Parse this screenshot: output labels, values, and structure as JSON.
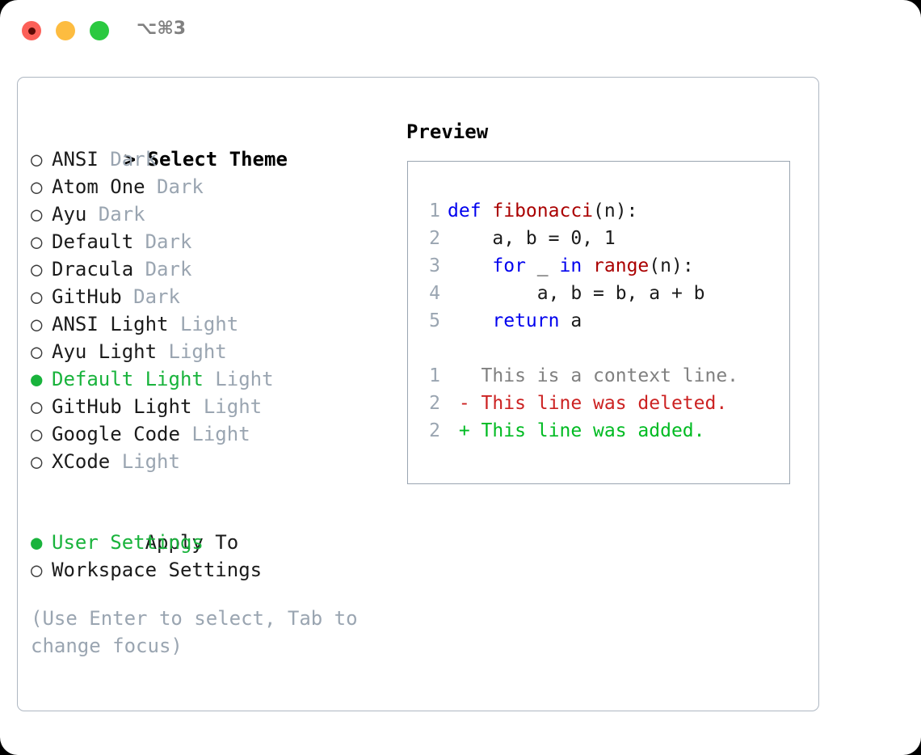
{
  "window": {
    "shortcut_label": "⌥⌘3",
    "traffic_lights": [
      {
        "name": "close",
        "color": "#fc6058"
      },
      {
        "name": "minimize",
        "color": "#fdbc40"
      },
      {
        "name": "maximize",
        "color": "#2bc940"
      }
    ]
  },
  "colors": {
    "accent_green": "#19b33c",
    "muted_gray": "#9aa5b1",
    "keyword_blue": "#0000ee",
    "function_red": "#aa0000",
    "diff_added": "#00bb22",
    "diff_deleted": "#cc2222",
    "border": "#aeb7c2",
    "text": "#1b1b1b"
  },
  "theme_picker": {
    "title": "Select Theme",
    "title_prefix": "> ",
    "marker_selected": "●",
    "marker_unselected": "○",
    "items": [
      {
        "name": "ANSI",
        "category": "Dark",
        "selected": false
      },
      {
        "name": "Atom One",
        "category": "Dark",
        "selected": false
      },
      {
        "name": "Ayu",
        "category": "Dark",
        "selected": false
      },
      {
        "name": "Default",
        "category": "Dark",
        "selected": false
      },
      {
        "name": "Dracula",
        "category": "Dark",
        "selected": false
      },
      {
        "name": "GitHub",
        "category": "Dark",
        "selected": false
      },
      {
        "name": "ANSI Light",
        "category": "Light",
        "selected": false
      },
      {
        "name": "Ayu Light",
        "category": "Light",
        "selected": false
      },
      {
        "name": "Default Light",
        "category": "Light",
        "selected": true
      },
      {
        "name": "GitHub Light",
        "category": "Light",
        "selected": false
      },
      {
        "name": "Google Code",
        "category": "Light",
        "selected": false
      },
      {
        "name": "XCode",
        "category": "Light",
        "selected": false
      }
    ]
  },
  "apply_to": {
    "title": "Apply To",
    "items": [
      {
        "label": "User Settings",
        "selected": true
      },
      {
        "label": "Workspace Settings",
        "selected": false
      }
    ]
  },
  "hint": "(Use Enter to select, Tab to\nchange focus)",
  "preview": {
    "label": "Preview",
    "code_lines": [
      {
        "number": "1",
        "tokens": [
          {
            "text": "def ",
            "kind": "kw"
          },
          {
            "text": "fibonacci",
            "kind": "fn"
          },
          {
            "text": "(n):",
            "kind": "pl"
          }
        ]
      },
      {
        "number": "2",
        "tokens": [
          {
            "text": "    a, b = 0, 1",
            "kind": "pl"
          }
        ]
      },
      {
        "number": "3",
        "tokens": [
          {
            "text": "    ",
            "kind": "pl"
          },
          {
            "text": "for",
            "kind": "kw"
          },
          {
            "text": " _ ",
            "kind": "pl"
          },
          {
            "text": "in ",
            "kind": "kw"
          },
          {
            "text": "range",
            "kind": "fn"
          },
          {
            "text": "(n):",
            "kind": "pl"
          }
        ]
      },
      {
        "number": "4",
        "tokens": [
          {
            "text": "        a, b = b, a + b",
            "kind": "pl"
          }
        ]
      },
      {
        "number": "5",
        "tokens": [
          {
            "text": "    ",
            "kind": "pl"
          },
          {
            "text": "return",
            "kind": "kw"
          },
          {
            "text": " a",
            "kind": "pl"
          }
        ]
      }
    ],
    "diff_lines": [
      {
        "number": "1",
        "tokens": [
          {
            "text": "   This is a context line.",
            "kind": "ctx"
          }
        ]
      },
      {
        "number": "2",
        "tokens": [
          {
            "text": " - This line was deleted.",
            "kind": "del"
          }
        ]
      },
      {
        "number": "2",
        "tokens": [
          {
            "text": " + This line was added.",
            "kind": "add"
          }
        ]
      }
    ]
  }
}
